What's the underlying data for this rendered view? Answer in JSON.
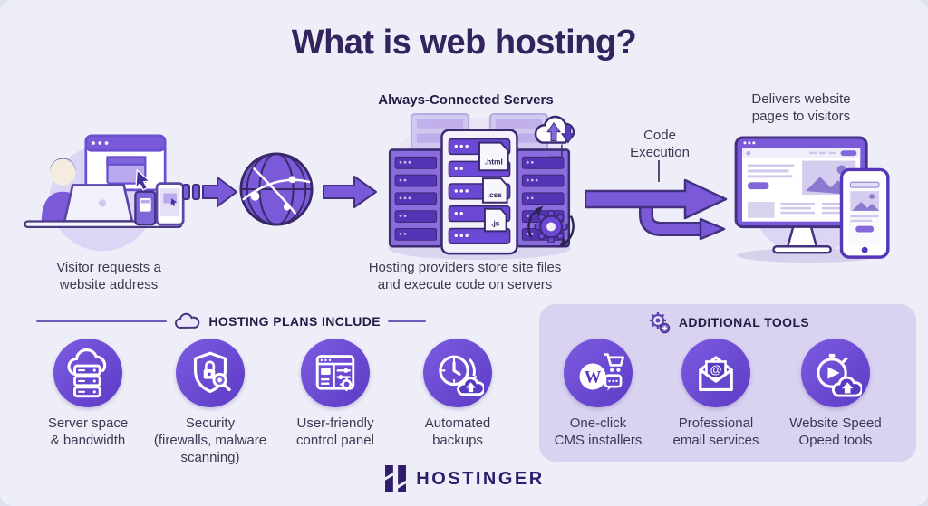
{
  "title": "What is web hosting?",
  "flow": {
    "visitor_caption": "Visitor requests a\nwebsite address",
    "servers_heading": "Always-Connected Servers",
    "servers_caption": "Hosting providers store site files\nand execute code on servers",
    "code_execution_label": "Code\nExecution",
    "delivery_caption": "Delivers website\npages to visitors",
    "file_labels": [
      ".html",
      ".css",
      ".js"
    ]
  },
  "hosting_plans": {
    "heading": "HOSTING PLANS INCLUDE",
    "items": [
      {
        "icon": "cloud-server-icon",
        "label": "Server space\n& bandwidth"
      },
      {
        "icon": "security-shield-icon",
        "label": "Security\n(firewalls, malware\nscanning)"
      },
      {
        "icon": "control-panel-icon",
        "label": "User-friendly\ncontrol panel"
      },
      {
        "icon": "automated-backup-icon",
        "label": "Automated\nbackups"
      }
    ]
  },
  "additional_tools": {
    "heading": "ADDITIONAL TOOLS",
    "items": [
      {
        "icon": "cms-installer-icon",
        "label": "One-click\nCMS installers",
        "glyph": "W"
      },
      {
        "icon": "email-service-icon",
        "label": "Professional\nemail services",
        "glyph": "@"
      },
      {
        "icon": "speed-tools-icon",
        "label": "Website Speed\nOpeed tools"
      }
    ]
  },
  "footer": {
    "brand": "HOSTINGER"
  },
  "colors": {
    "background": "#edeef8",
    "title": "#33245e",
    "body_text": "#3d3852",
    "accent_purple": "#7a5ad8",
    "deep_purple": "#5636b8",
    "outline_purple": "#43307f",
    "icon_circle": "#6746cf",
    "panel": "#d9d2f1",
    "brand": "#2f1c6a"
  }
}
